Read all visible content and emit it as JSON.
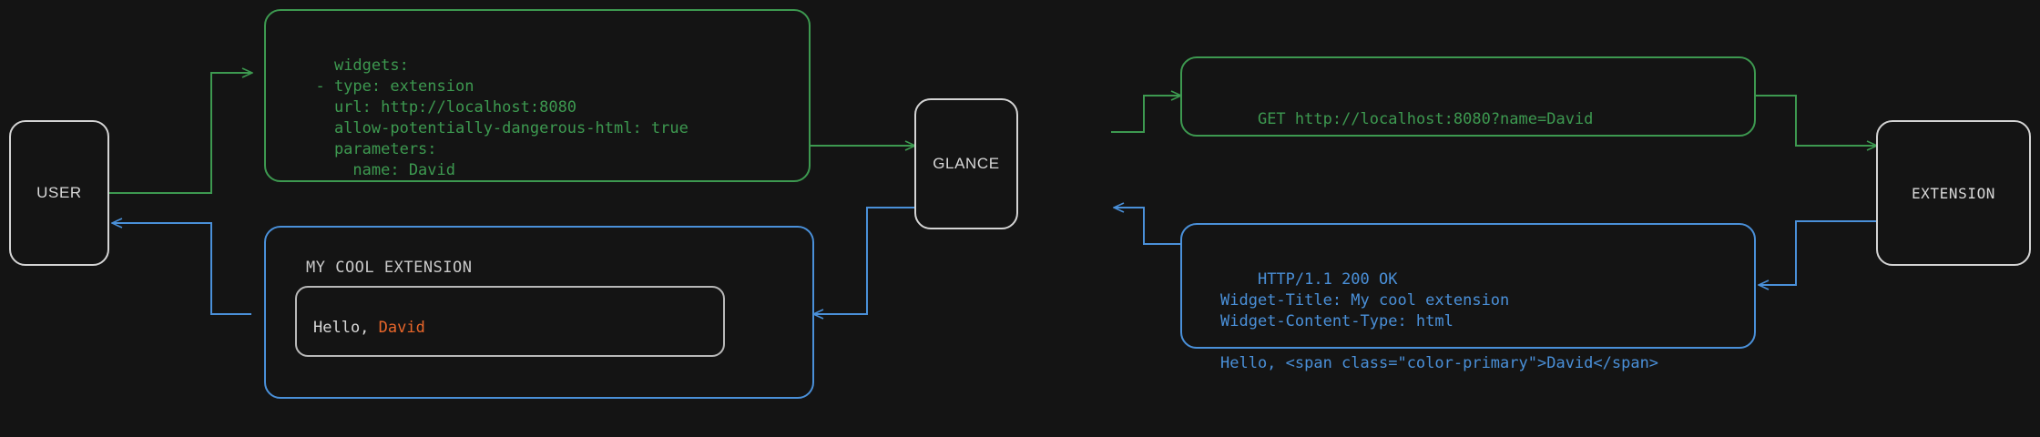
{
  "theme": {
    "background": "#141414",
    "node_border": "#d4d4d4",
    "request_green": "#3d9950",
    "response_blue": "#4a90d9",
    "accent_orange": "#e8662a",
    "body_text": "#d8d8d8"
  },
  "nodes": {
    "user": "USER",
    "glance": "GLANCE",
    "extension": "EXTENSION"
  },
  "config_block": {
    "text": "widgets:\n  - type: extension\n    url: http://localhost:8080\n    allow-potentially-dangerous-html: true\n    parameters:\n      name: David"
  },
  "request_block": {
    "text": "GET http://localhost:8080?name=David"
  },
  "response_block": {
    "text": "HTTP/1.1 200 OK\nWidget-Title: My cool extension\nWidget-Content-Type: html\n\nHello, <span class=\"color-primary\">David</span>"
  },
  "widget_preview": {
    "title": "MY COOL EXTENSION",
    "greeting_prefix": "Hello, ",
    "greeting_name": "David"
  }
}
